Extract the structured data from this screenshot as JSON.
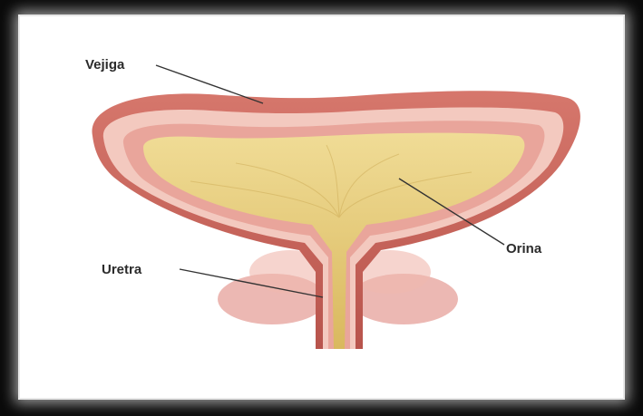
{
  "labels": {
    "bladder": "Vejiga",
    "urine": "Orina",
    "urethra": "Uretra"
  },
  "colors": {
    "frame": "#0a0a0a",
    "muscle": "#c9645c",
    "muscle_light": "#e8a49a",
    "wall_pink": "#f2c6bc",
    "urine": "#e9d38a",
    "leader": "#333333"
  }
}
